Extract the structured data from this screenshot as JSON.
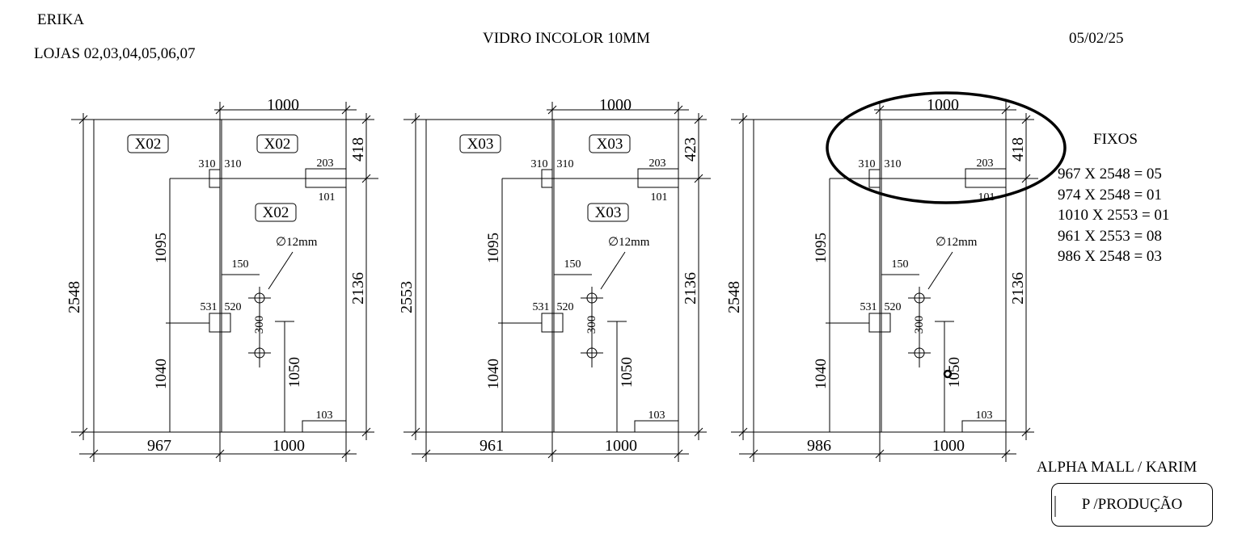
{
  "header": {
    "client": "ERIKA",
    "stores": "LOJAS  02,03,04,05,06,07",
    "material": "VIDRO INCOLOR 10MM",
    "date": "05/02/25"
  },
  "panels": [
    {
      "id": "store-02",
      "overall_height": "2548",
      "top_width": "1000",
      "top_right_height": "418",
      "right_height": "2136",
      "bottom_left_width": "967",
      "bottom_right_width": "1000",
      "upper_vertical": "1095",
      "lower_vertical": "1040",
      "lock_height": "1050",
      "upper_patch_left": "310",
      "upper_patch_right": "310",
      "mid_patch_left": "531",
      "mid_patch_right": "520",
      "handle_offset": "150",
      "handle_spacing": "300",
      "hole_diameter": "∅12mm",
      "top_patch_width": "203",
      "top_patch_height": "101",
      "bottom_patch_width": "103",
      "labels": [
        "X02",
        "X02",
        "X02"
      ],
      "highlighted": false
    },
    {
      "id": "store-03",
      "overall_height": "2553",
      "top_width": "1000",
      "top_right_height": "423",
      "right_height": "2136",
      "bottom_left_width": "961",
      "bottom_right_width": "1000",
      "upper_vertical": "1095",
      "lower_vertical": "1040",
      "lock_height": "1050",
      "upper_patch_left": "310",
      "upper_patch_right": "310",
      "mid_patch_left": "531",
      "mid_patch_right": "520",
      "handle_offset": "150",
      "handle_spacing": "300",
      "hole_diameter": "∅12mm",
      "top_patch_width": "203",
      "top_patch_height": "101",
      "bottom_patch_width": "103",
      "labels": [
        "X03",
        "X03",
        "X03"
      ],
      "highlighted": false
    },
    {
      "id": "store-other",
      "overall_height": "2548",
      "top_width": "1000",
      "top_right_height": "418",
      "right_height": "2136",
      "bottom_left_width": "986",
      "bottom_right_width": "1000",
      "upper_vertical": "1095",
      "lower_vertical": "1040",
      "lock_height": "1050",
      "upper_patch_left": "310",
      "upper_patch_right": "310",
      "mid_patch_left": "531",
      "mid_patch_right": "520",
      "handle_offset": "150",
      "handle_spacing": "300",
      "hole_diameter": "∅12mm",
      "top_patch_width": "203",
      "top_patch_height": "101",
      "bottom_patch_width": "103",
      "labels": [],
      "highlighted": true
    }
  ],
  "fixos": {
    "title": "FIXOS",
    "items": [
      "967 X 2548 = 05",
      "974 X 2548 = 01",
      "1010 X 2553 = 01",
      "961 X 2553 = 08",
      "986 X 2548 = 03"
    ]
  },
  "footer": {
    "project": "ALPHA MALL / KARIM",
    "stamp": "P /PRODUÇÃO"
  }
}
